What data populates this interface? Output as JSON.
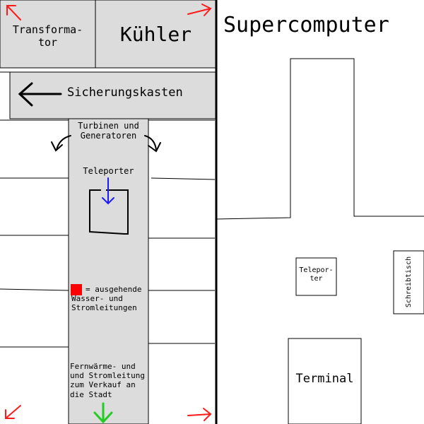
{
  "labels": {
    "transformator_line1": "Transforma-",
    "transformator_line2": "tor",
    "kuehler": "Kühler",
    "supercomputer": "Supercomputer",
    "sicherungskasten": "Sicherungskasten",
    "turbinen_line1": "Turbinen und",
    "turbinen_line2": "Generatoren",
    "teleporter_left": "Teleporter",
    "legend_line1": "= ausgehende",
    "legend_line2": "Wasser- und",
    "legend_line3": "Stromleitungen",
    "fernwaerme_line1": "Fernwärme- und",
    "fernwaerme_line2": "und Stromleitung",
    "fernwaerme_line3": "zum Verkauf an",
    "fernwaerme_line4": "die Stadt",
    "teleporter_right_line1": "Telepor-",
    "teleporter_right_line2": "ter",
    "schreibtisch": "Schreibtisch",
    "terminal": "Terminal"
  },
  "colors": {
    "room_fill": "#dcdcdc",
    "line": "#000000",
    "exit_arrow": "#ff1a1a",
    "teleport_arrow": "#1a1aff",
    "city_arrow": "#22cc22",
    "legend_square": "#ff0000"
  }
}
